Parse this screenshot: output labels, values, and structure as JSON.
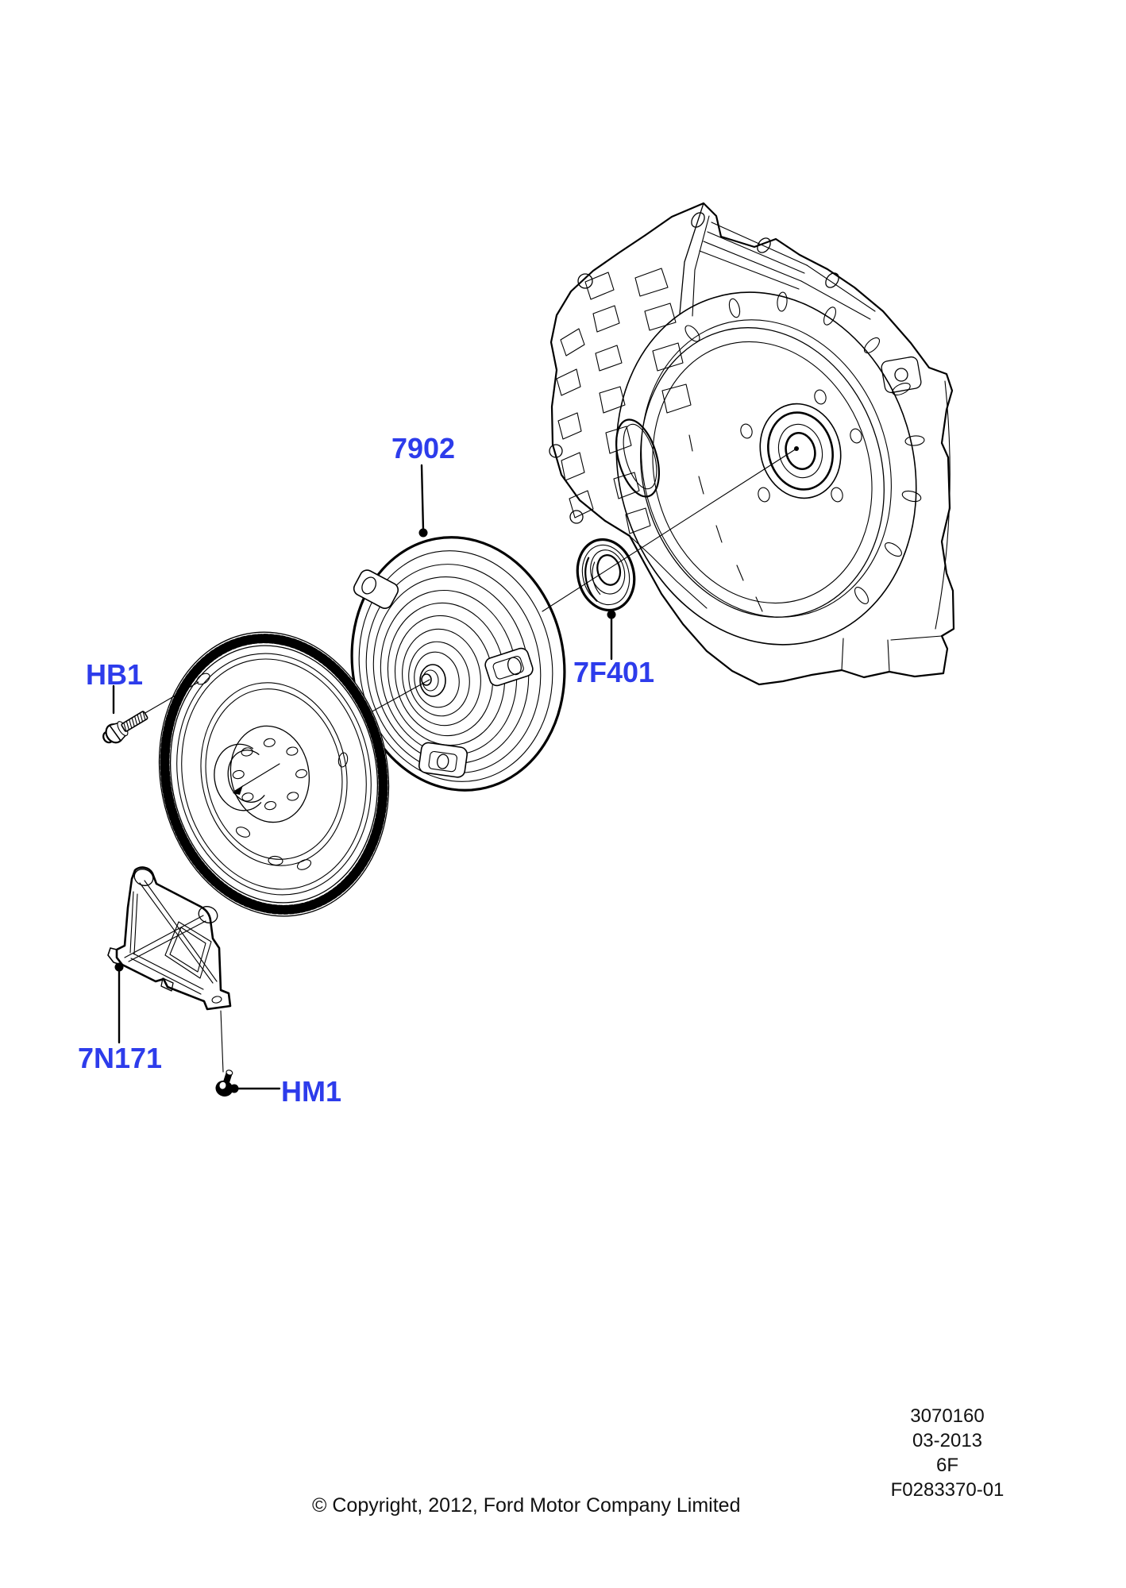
{
  "diagram": {
    "callouts": [
      {
        "label": "7902"
      },
      {
        "label": "HB1"
      },
      {
        "label": "7F401"
      },
      {
        "label": "7N171"
      },
      {
        "label": "HM1"
      }
    ]
  },
  "footer": {
    "copyright": "© Copyright, 2012, Ford Motor Company Limited",
    "reference_lines": [
      "3070160",
      "03-2013",
      "6F",
      "F0283370-01"
    ]
  },
  "colors": {
    "callout_blue": "#2D3CEB",
    "line_black": "#000000",
    "background": "#FFFFFF"
  }
}
